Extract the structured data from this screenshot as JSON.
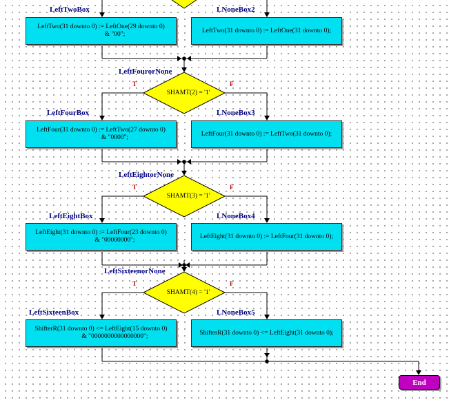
{
  "flow": {
    "blocks": [
      {
        "left_label": "LeftTwoBox",
        "left_code": "LeftTwo(31 downto 0) := LeftOne(29 downto 0)",
        "left_code2": "& \"00\";",
        "right_label": "LNoneBox2",
        "right_code": "LeftTwo(31 downto 0) := LeftOne(31 downto 0);"
      },
      {
        "decision_label": "LeftFourorNone",
        "condition": "SHAMT(2) = '1'",
        "true_label": "T",
        "false_label": "F",
        "left_label": "LeftFourBox",
        "left_code": "LeftFour(31 downto 0) := LeftTwo(27 downto 0)",
        "left_code2": "& \"0000\";",
        "right_label": "LNoneBox3",
        "right_code": "LeftFour(31 downto 0) := LeftTwo(31 downto 0);"
      },
      {
        "decision_label": "LeftEightorNone",
        "condition": "SHAMT(3) = '1'",
        "true_label": "T",
        "false_label": "F",
        "left_label": "LeftEightBox",
        "left_code": "LeftEight(31 downto 0) := LeftFour(23 downto 0)",
        "left_code2": "& \"00000000\";",
        "right_label": "LNoneBox4",
        "right_code": "LeftEight(31 downto 0) := LeftFour(31 downto 0);"
      },
      {
        "decision_label": "LeftSixteenorNone",
        "condition": "SHAMT(4) = '1'",
        "true_label": "T",
        "false_label": "F",
        "left_label": "LeftSixteenBox",
        "left_code": "ShifterR(31 downto 0) <= LeftEight(15 downto 0)",
        "left_code2": "& \"0000000000000000\";",
        "right_label": "LNoneBox5",
        "right_code": "ShifterR(31 downto 0) <= LeftEight(31 downto 0);"
      }
    ],
    "end_label": "End"
  },
  "colors": {
    "action_box": "#00e0f0",
    "decision": "#ffff00",
    "end_node": "#c000c0",
    "label_text": "#000080",
    "branch_text": "#c00000"
  }
}
